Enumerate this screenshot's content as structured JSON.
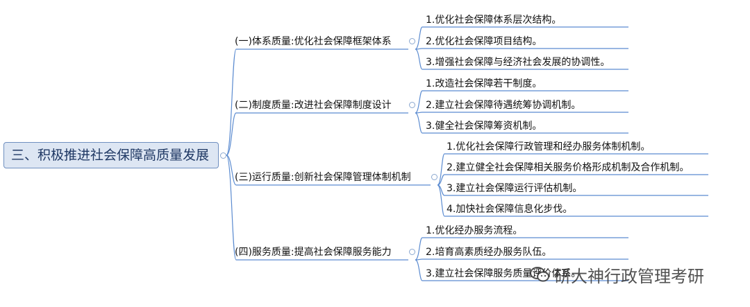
{
  "root": {
    "label": "三、积极推进社会保障高质量发展"
  },
  "branches": [
    {
      "label": "(一)体系质量:优化社会保障框架体系",
      "items": [
        "1.优化社会保障体系层次结构。",
        "2.优化社会保障项目结构。",
        "3.增强社会保障与经济社会发展的协调性。"
      ]
    },
    {
      "label": "(二)制度质量:改进社会保障制度设计",
      "items": [
        "1.改造社会保障若干制度。",
        "2.建立社会保障待遇统筹协调机制。",
        "3.健全社会保障筹资机制。"
      ]
    },
    {
      "label": "(三)运行质量:创新社会保障管理体制机制",
      "items": [
        "1.优化社会保障行政管理和经办服务体制机制。",
        "2.建立健全社会保障相关服务价格形成机制及合作机制。",
        "3.建立社会保障运行评估机制。",
        "4.加快社会保障信息化步伐。"
      ]
    },
    {
      "label": "(四)服务质量:提高社会保障服务能力",
      "items": [
        "1.优化经办服务流程。",
        "2.培育高素质经办服务队伍。",
        "3.建立社会保障服务质量评价体系。"
      ]
    }
  ],
  "watermark": {
    "text": "研大神行政管理考研",
    "icon": "wechat-icon"
  },
  "colors": {
    "line": "#5b8bd0",
    "root_fill": "#dde6f3",
    "root_border": "#6f8fbf"
  }
}
